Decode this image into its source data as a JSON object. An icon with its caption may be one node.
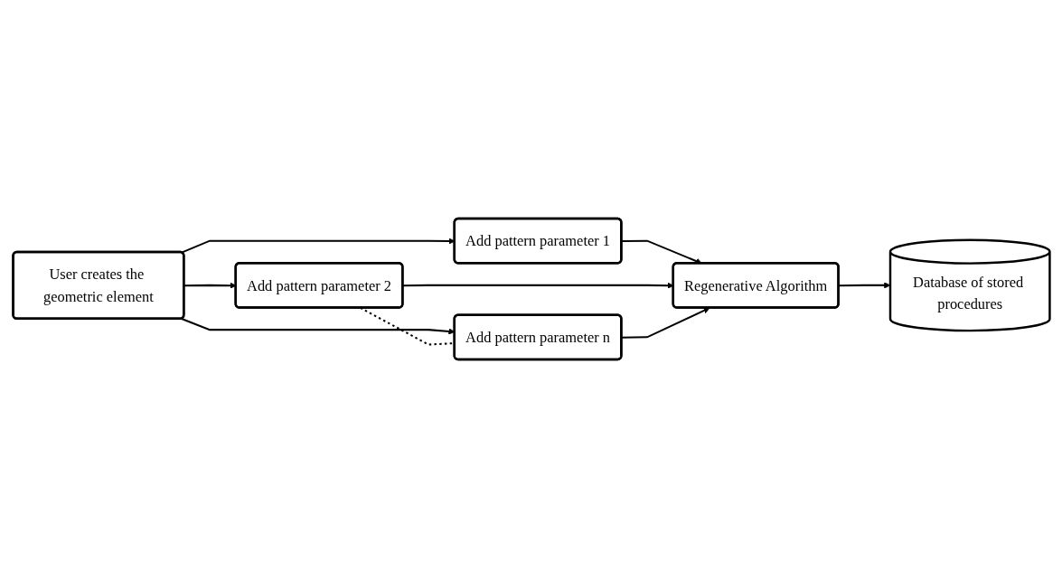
{
  "diagram": {
    "nodes": [
      {
        "text": [
          "User creates the geometric element"
        ]
      },
      {
        "text": [
          "Add pattern parameter 1"
        ]
      },
      {
        "text": [
          "Add pattern parameter 2"
        ]
      },
      {
        "text": [
          "Add pattern parameter n"
        ]
      },
      {
        "text": [
          "Regenerative Algorithm"
        ]
      },
      {
        "text": [
          "Database of stored procedures"
        ]
      }
    ],
    "edges": [
      {
        "from": 0,
        "to": 1,
        "arrow": "to"
      },
      {
        "from": 0,
        "to": 2,
        "arrow": "to"
      },
      {
        "from": 0,
        "to": 3,
        "arrow": "to"
      },
      {
        "from": 2,
        "to": 3,
        "arrow": "none",
        "style": "dashed"
      },
      {
        "from": 1,
        "to": 4,
        "arrow": "to"
      },
      {
        "from": 2,
        "to": 4,
        "arrow": "to"
      },
      {
        "from": 3,
        "to": 4,
        "arrow": "to"
      },
      {
        "from": 4,
        "to": 5,
        "arrow": "to"
      }
    ]
  }
}
